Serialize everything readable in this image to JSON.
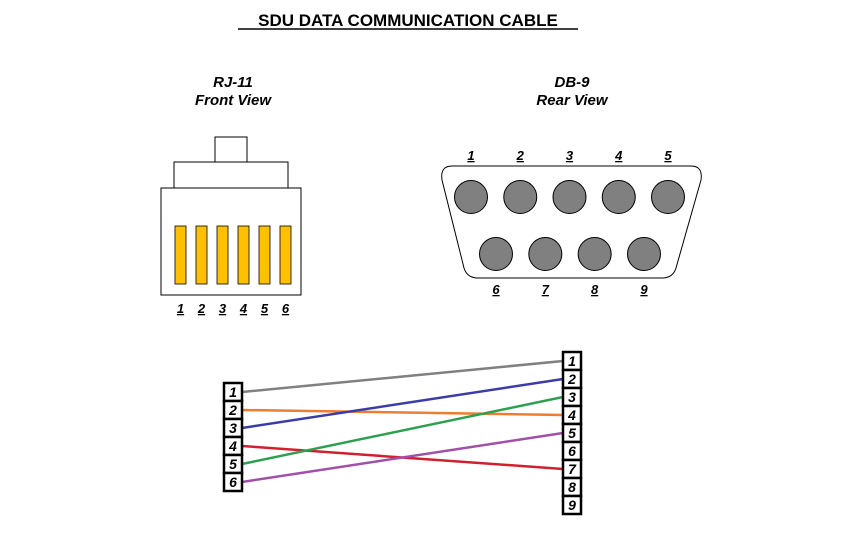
{
  "title": "SDU DATA COMMUNICATION CABLE",
  "rj11": {
    "name": "RJ-11",
    "view": "Front View",
    "pins": [
      "1",
      "2",
      "3",
      "4",
      "5",
      "6"
    ],
    "contact_color": "#FFC000"
  },
  "db9": {
    "name": "DB-9",
    "view": "Rear View",
    "top_pins": [
      "1",
      "2",
      "3",
      "4",
      "5"
    ],
    "bottom_pins": [
      "6",
      "7",
      "8",
      "9"
    ],
    "pin_color": "#808080"
  },
  "wiring": {
    "left_pins": [
      "1",
      "2",
      "3",
      "4",
      "5",
      "6"
    ],
    "right_pins": [
      "1",
      "2",
      "3",
      "4",
      "5",
      "6",
      "7",
      "8",
      "9"
    ],
    "wires": [
      {
        "from": "1",
        "to": "1",
        "color": "#808080"
      },
      {
        "from": "2",
        "to": "4",
        "color": "#ED7D31"
      },
      {
        "from": "3",
        "to": "2",
        "color": "#3C3CA8"
      },
      {
        "from": "4",
        "to": "7",
        "color": "#D02030"
      },
      {
        "from": "5",
        "to": "3",
        "color": "#2CA050"
      },
      {
        "from": "6",
        "to": "5",
        "color": "#A050A8"
      }
    ]
  }
}
